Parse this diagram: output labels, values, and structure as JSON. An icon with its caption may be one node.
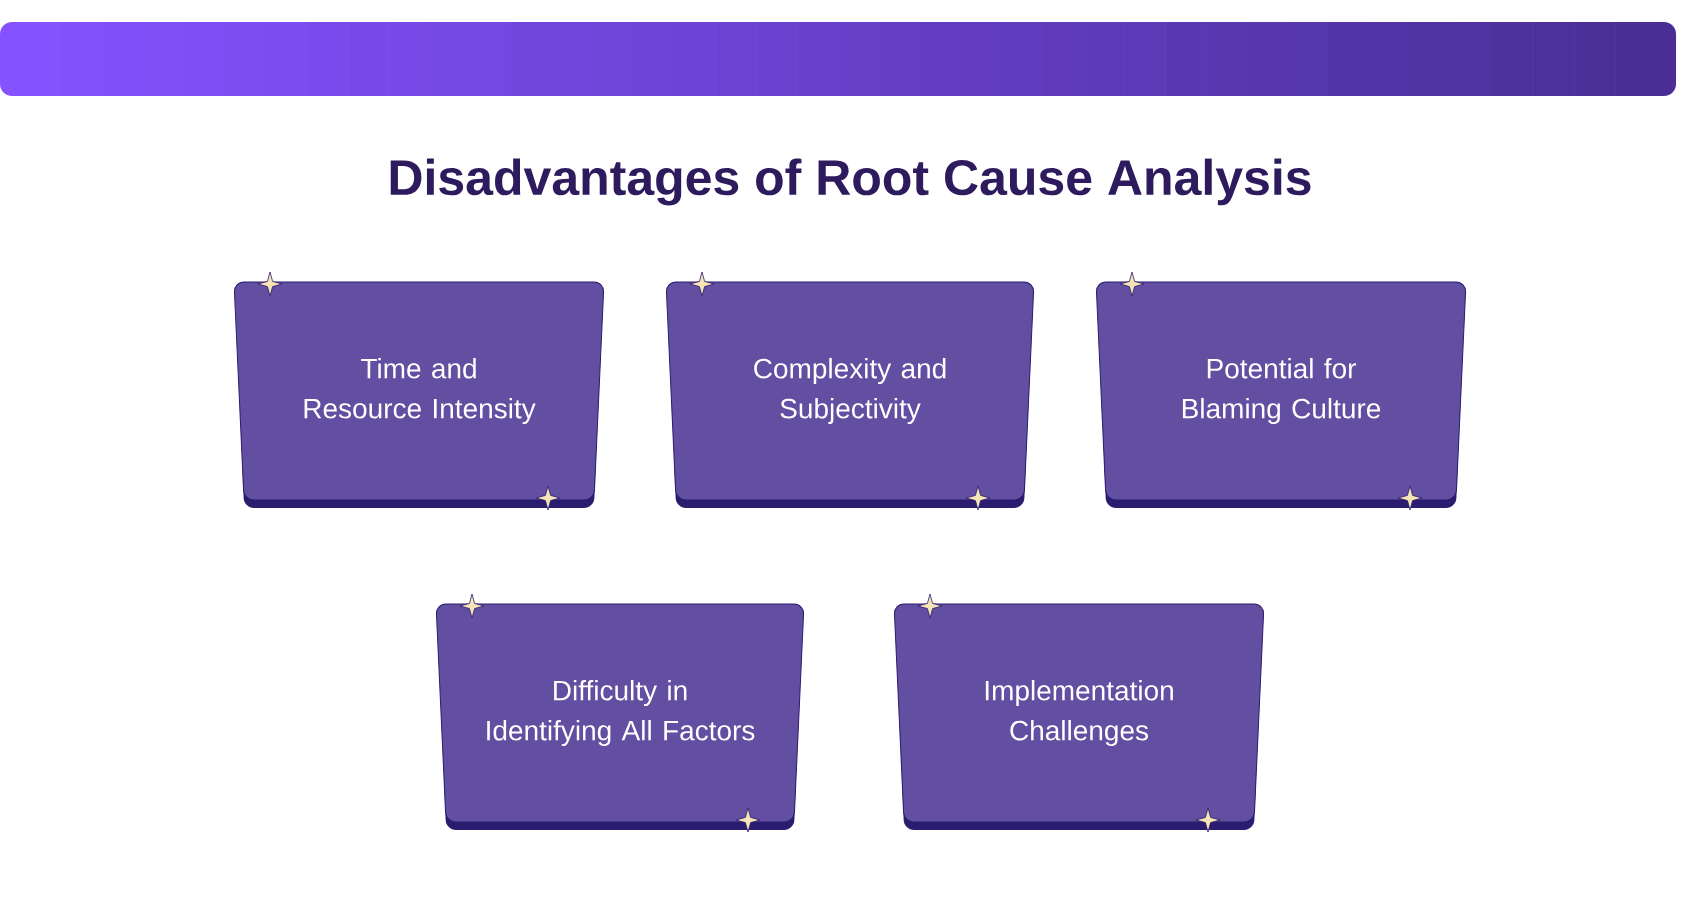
{
  "diagram": {
    "title": "Disadvantages of Root Cause Analysis",
    "nodes": [
      {
        "text": [
          "Time and Resource Intensity"
        ]
      },
      {
        "text": [
          "Complexity and Subjectivity"
        ]
      },
      {
        "text": [
          "Potential for Blaming Culture"
        ]
      },
      {
        "text": [
          "Difficulty in Identifying All Factors"
        ]
      },
      {
        "text": [
          "Implementation Challenges"
        ]
      }
    ]
  }
}
